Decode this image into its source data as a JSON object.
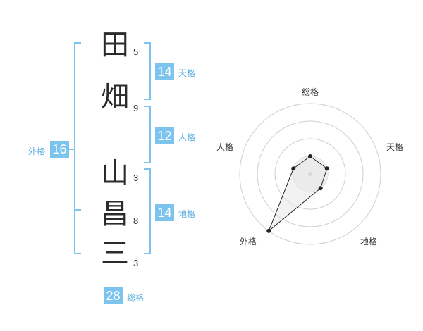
{
  "name": {
    "chars": [
      "田",
      "畑",
      "山",
      "昌",
      "三"
    ],
    "strokes": [
      "5",
      "9",
      "3",
      "8",
      "3"
    ]
  },
  "fortune": {
    "tenkaku": {
      "value": "14",
      "label": "天格"
    },
    "jinkaku": {
      "value": "12",
      "label": "人格"
    },
    "chikaku": {
      "value": "14",
      "label": "地格"
    },
    "gaikaku": {
      "value": "16",
      "label": "外格"
    },
    "soukaku": {
      "value": "28",
      "label": "総格"
    }
  },
  "radar": {
    "axes": [
      "総格",
      "天格",
      "地格",
      "外格",
      "人格"
    ],
    "levels": 4,
    "values": [
      0.25,
      0.25,
      0.25,
      1.0,
      0.25
    ],
    "colors": {
      "grid": "#cfcfcf",
      "shape": "#222222",
      "fill": "#f0f0f0",
      "center": "#d8d8d8"
    }
  },
  "colors": {
    "accent": "#7cc3ee"
  }
}
